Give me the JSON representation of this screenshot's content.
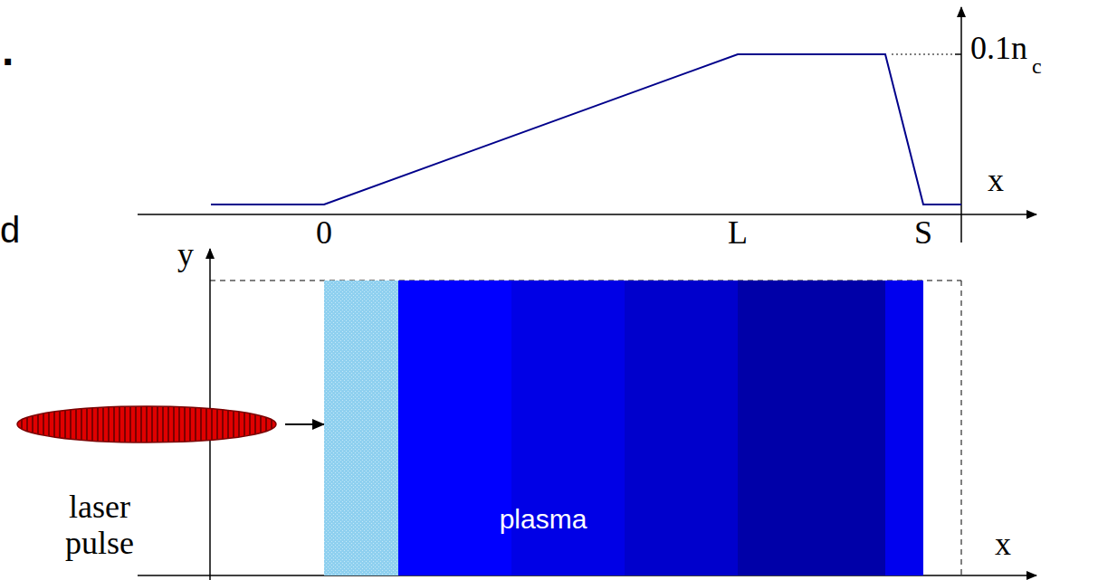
{
  "diagram": {
    "nodes": [
      {
        "text": [
          "laser pulse"
        ]
      },
      {
        "text": [
          "plasma"
        ]
      }
    ],
    "edges": [
      {
        "from": 0,
        "to": 1,
        "arrow": "to"
      }
    ],
    "labels": [
      ".",
      "d",
      "0.1n",
      "c",
      "x",
      "0",
      "L",
      "S",
      "y",
      "x"
    ]
  }
}
